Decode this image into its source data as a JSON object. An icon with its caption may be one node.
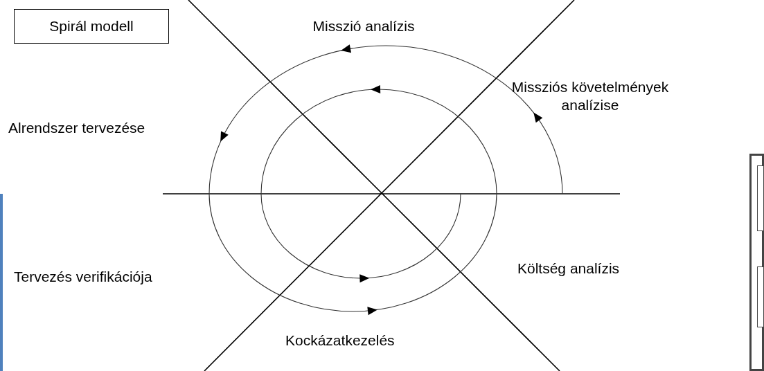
{
  "diagram": {
    "title": "Spirál modell",
    "nodes": [
      {
        "text": [],
        "shape": "box"
      },
      {
        "text": [],
        "shape": "box",
        "in": 0
      },
      {
        "text": [],
        "shape": "box",
        "in": 0
      }
    ],
    "labels": [
      "Misszió analízis",
      "Missziós követelmények analízise",
      "Alrendszer tervezése",
      "Költség analízis",
      "Tervezés verifikációja",
      "Kockázatkezelés"
    ]
  }
}
